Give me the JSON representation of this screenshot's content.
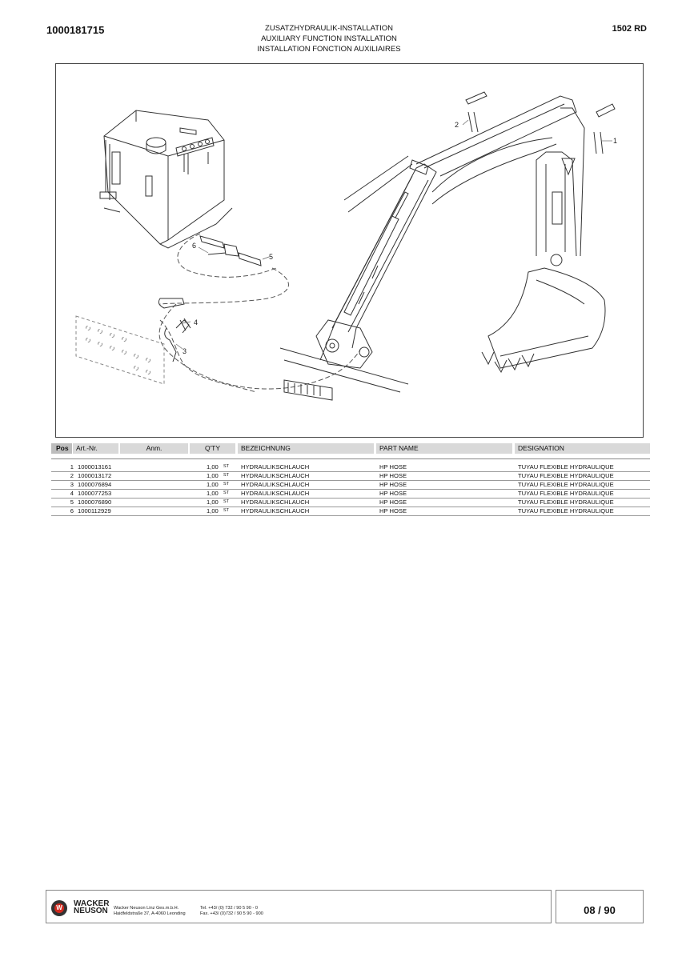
{
  "header": {
    "doc_number": "1000181715",
    "model": "1502 RD",
    "title_de": "ZUSATZHYDRAULIK-INSTALLATION",
    "title_en": "AUXILIARY FUNCTION INSTALLATION",
    "title_fr": "INSTALLATION FONCTION AUXILIAIRES"
  },
  "figure": {
    "callouts": [
      "1",
      "2",
      "3",
      "4",
      "5",
      "6"
    ]
  },
  "table": {
    "headers": {
      "pos": "Pos",
      "art": "Art.-Nr.",
      "anm": "Anm.",
      "qty": "Q'TY",
      "de": "BEZEICHNUNG",
      "en": "PART NAME",
      "fr": "DESIGNATION"
    },
    "rows": [
      {
        "pos": "1",
        "art": "1000013161",
        "qty": "1,00",
        "unit": "ST",
        "de": "HYDRAULIKSCHLAUCH",
        "en": "HP HOSE",
        "fr": "TUYAU FLEXIBLE HYDRAULIQUE"
      },
      {
        "pos": "2",
        "art": "1000013172",
        "qty": "1,00",
        "unit": "ST",
        "de": "HYDRAULIKSCHLAUCH",
        "en": "HP HOSE",
        "fr": "TUYAU FLEXIBLE HYDRAULIQUE"
      },
      {
        "pos": "3",
        "art": "1000076894",
        "qty": "1,00",
        "unit": "ST",
        "de": "HYDRAULIKSCHLAUCH",
        "en": "HP HOSE",
        "fr": "TUYAU FLEXIBLE HYDRAULIQUE"
      },
      {
        "pos": "4",
        "art": "1000077253",
        "qty": "1,00",
        "unit": "ST",
        "de": "HYDRAULIKSCHLAUCH",
        "en": "HP HOSE",
        "fr": "TUYAU FLEXIBLE HYDRAULIQUE"
      },
      {
        "pos": "5",
        "art": "1000076890",
        "qty": "1,00",
        "unit": "ST",
        "de": "HYDRAULIKSCHLAUCH",
        "en": "HP HOSE",
        "fr": "TUYAU FLEXIBLE HYDRAULIQUE"
      },
      {
        "pos": "6",
        "art": "1000112929",
        "qty": "1,00",
        "unit": "ST",
        "de": "HYDRAULIKSCHLAUCH",
        "en": "HP HOSE",
        "fr": "TUYAU FLEXIBLE HYDRAULIQUE"
      }
    ]
  },
  "footer": {
    "brand_line1": "WACKER",
    "brand_line2": "NEUSON",
    "company": "Wacker Neuson Linz Ges.m.b.H.",
    "address": "Haidfeldstraße 37, A-4060 Leonding",
    "tel": "Tel. +43/ (0) 732 / 90 5 90 - 0",
    "fax": "Fax. +43/ (0)732 / 90 5 90 - 900",
    "page": "08 / 90",
    "logo_icon": "wacker-neuson-w-logo"
  },
  "colors": {
    "header_bg": "#d9d9d9",
    "pos_header_bg": "#bdbdbd",
    "logo_red": "#d12a1f"
  }
}
